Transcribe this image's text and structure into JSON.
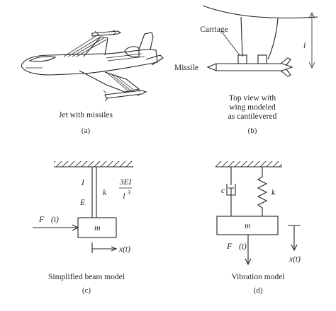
{
  "panel_a": {
    "caption": "Jet with missiles",
    "sub": "(a)"
  },
  "panel_b": {
    "label_carriage": "Carriage",
    "label_missile": "Missile",
    "label_length": "l",
    "caption_line1": "Top view with",
    "caption_line2": "wing modeled",
    "caption_line3": "as cantilevered",
    "sub": "(b)"
  },
  "panel_c": {
    "label_I": "I",
    "label_E": "E",
    "label_k": "k",
    "stiffness_num": "3EI",
    "stiffness_den": "l",
    "stiffness_den_exp": "3",
    "force": "F",
    "force_arg": "(t)",
    "mass": "m",
    "displacement": "x(t)",
    "caption": "Simplified beam model",
    "sub": "(c)"
  },
  "panel_d": {
    "label_c": "c",
    "label_k": "k",
    "mass": "m",
    "force": "F",
    "force_arg": "(t)",
    "displacement": "x(t)",
    "caption": "Vibration model",
    "sub": "(d)"
  }
}
